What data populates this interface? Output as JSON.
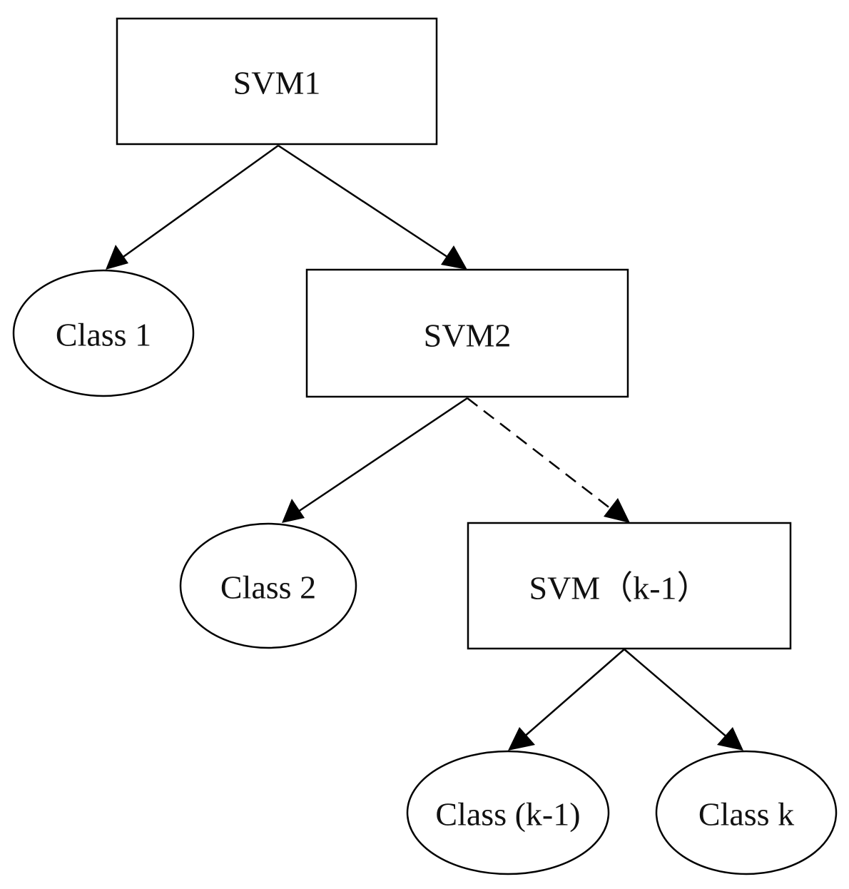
{
  "nodes": {
    "svm1": "SVM1",
    "class1": "Class 1",
    "svm2": "SVM2",
    "class2": "Class 2",
    "svmk1": "SVM（k-1）",
    "classk1": "Class (k-1)",
    "classk": "Class k"
  },
  "colors": {
    "stroke": "#000000",
    "background": "#ffffff"
  }
}
